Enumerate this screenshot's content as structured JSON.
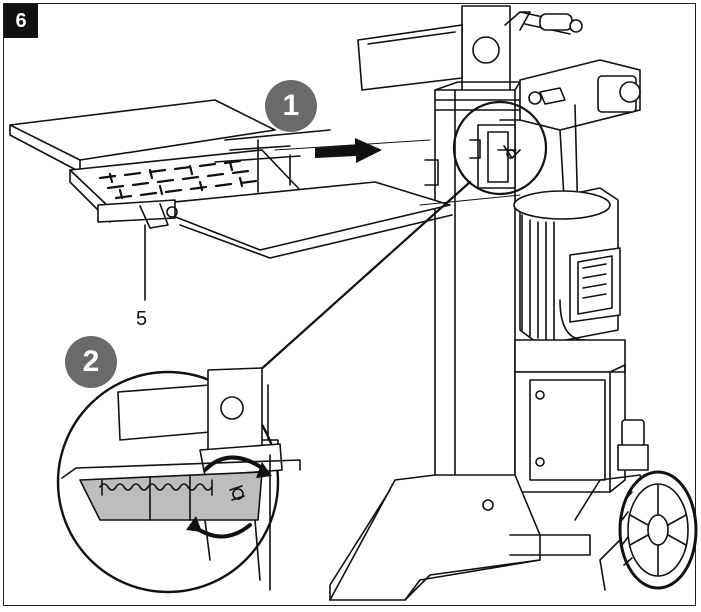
{
  "figure": {
    "number": "6",
    "steps": [
      "1",
      "2"
    ],
    "part_label": "5"
  },
  "colors": {
    "line": "#111111",
    "badge": "#6a6a6a",
    "bracket_fill": "#bdbdbd",
    "background": "#ffffff"
  }
}
